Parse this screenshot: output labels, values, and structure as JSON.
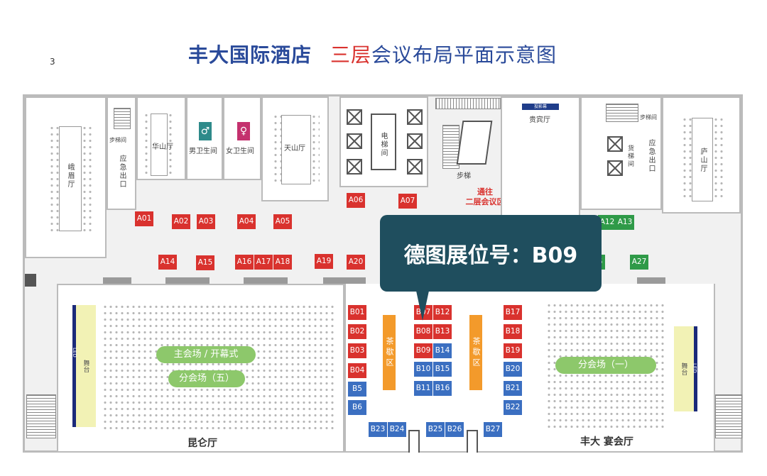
{
  "page_number": "3",
  "title": {
    "hotel": "丰大国际酒店",
    "floor_prefix": "三层",
    "floor_rest": "会议布局平面示意图"
  },
  "callout": "德图展位号：B09",
  "rooms": {
    "emei": "峨眉厅",
    "huashan": "华山厅",
    "mens_wc": "男卫生间",
    "womens_wc": "女卫生间",
    "tianshan": "天山厅",
    "elevator": "电梯间",
    "stairs": "步梯",
    "stairwell_left": "步梯间",
    "stairwell_right": "步梯间",
    "emergency_exit_left": "应急出口",
    "emergency_exit_right": "应急出口",
    "guest_hall": "贵宾厅",
    "projection_screen": "投影幕",
    "freight_elevator": "货梯间",
    "lushan": "庐山厅",
    "to_second_floor_line1": "通往",
    "to_second_floor_line2": "二层会议区",
    "kunlun": "昆仑厅",
    "fengda_banquet": "丰大 宴会厅",
    "tea_break": "茶歇区",
    "stage": "舞台",
    "led": "LED"
  },
  "session_labels": {
    "main": "主会场 / 开幕式",
    "sub5": "分会场（五）",
    "sub1": "分会场（一）"
  },
  "booths": {
    "A01": "A01",
    "A02": "A02",
    "A03": "A03",
    "A04": "A04",
    "A05": "A05",
    "A06": "A06",
    "A07": "A07",
    "A12": "A12",
    "A13": "A13",
    "A14": "A14",
    "A15": "A15",
    "A16": "A16",
    "A17": "A17",
    "A18": "A18",
    "A19": "A19",
    "A20": "A20",
    "A26": "6",
    "A27": "A27",
    "B01": "B01",
    "B02": "B02",
    "B03": "B03",
    "B04": "B04",
    "B05": "B5",
    "B06": "B6",
    "B07": "B07",
    "B08": "B08",
    "B09": "B09",
    "B10": "B10",
    "B11": "B11",
    "B12": "B12",
    "B13": "B13",
    "B14": "B14",
    "B15": "B15",
    "B16": "B16",
    "B17": "B17",
    "B18": "B18",
    "B19": "B19",
    "B20": "B20",
    "B21": "B21",
    "B22": "B22",
    "B23": "B23",
    "B24": "B24",
    "B25": "B25",
    "B26": "B26",
    "B27": "B27"
  },
  "colors": {
    "title_blue": "#2a4a9a",
    "title_red": "#d9322e",
    "booth_red": "#d9322e",
    "booth_blue": "#3b6fc1",
    "booth_green": "#2f9a48",
    "tea_orange": "#f39a2b",
    "session_green": "#8dc86b",
    "callout_bg": "#1f4e5e"
  }
}
